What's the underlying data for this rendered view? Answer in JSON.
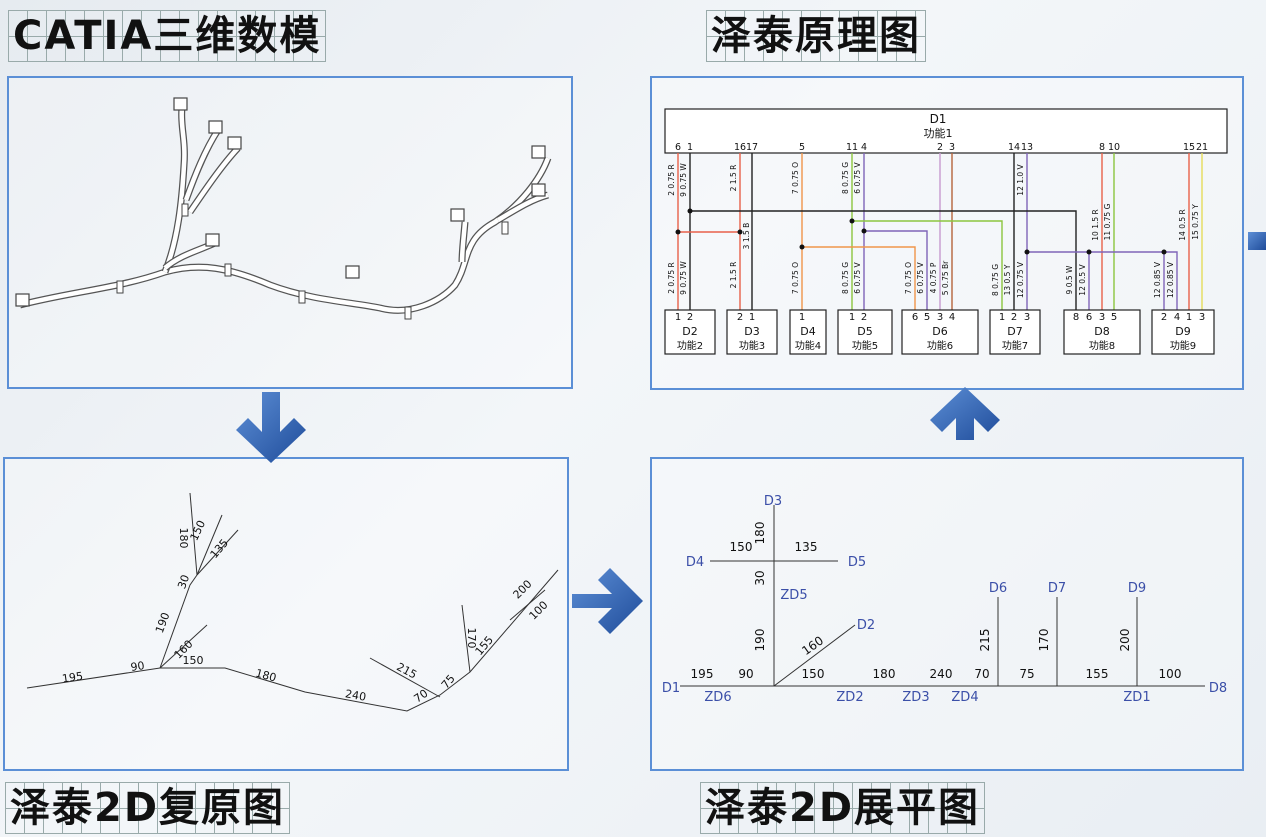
{
  "titles": {
    "catia": "CATIA三维数模",
    "schematic": "泽泰原理图",
    "restore": "泽泰2D复原图",
    "flat": "泽泰2D展平图"
  },
  "colors": {
    "panel_border": "#5b8fd6",
    "arrow": "#2d5fae",
    "node_label": "#3b4fa8",
    "wire_red": "#e8614a",
    "wire_orange": "#f0954a",
    "wire_green": "#8cc63f",
    "wire_purple": "#7f65b8",
    "wire_pink": "#c79bd0",
    "wire_brown": "#b5643c",
    "wire_yellow": "#e5dc5a",
    "wire_black": "#222222"
  },
  "schematic": {
    "main": {
      "name": "D1",
      "func": "功能1",
      "pins": [
        "6",
        "1",
        "16",
        "17",
        "5",
        "11",
        "4",
        "2",
        "3",
        "14",
        "13",
        "8",
        "10",
        "15",
        "21"
      ]
    },
    "connectors": [
      {
        "name": "D2",
        "func": "功能2",
        "pins": [
          "1",
          "2"
        ]
      },
      {
        "name": "D3",
        "func": "功能3",
        "pins": [
          "2",
          "1"
        ]
      },
      {
        "name": "D4",
        "func": "功能4",
        "pins": [
          "1"
        ]
      },
      {
        "name": "D5",
        "func": "功能5",
        "pins": [
          "1",
          "2"
        ]
      },
      {
        "name": "D6",
        "func": "功能6",
        "pins": [
          "6",
          "5",
          "3",
          "4"
        ]
      },
      {
        "name": "D7",
        "func": "功能7",
        "pins": [
          "1",
          "2",
          "3"
        ]
      },
      {
        "name": "D8",
        "func": "功能8",
        "pins": [
          "8",
          "6",
          "3",
          "5"
        ]
      },
      {
        "name": "D9",
        "func": "功能9",
        "pins": [
          "2",
          "4",
          "1",
          "3"
        ]
      }
    ],
    "wire_labels_upper": [
      "2 0.75 R",
      "9 0.75 W",
      "2 1.5 R",
      "3 1.5 B",
      "7 0.75 O",
      "8 0.75 G",
      "6 0.75 V",
      "12 1.0 V",
      "10 1.5 R",
      "11 0.75 G",
      "14 0.5 R",
      "15 0.75 Y"
    ],
    "wire_labels_lower": [
      "2 0.75 R",
      "9 0.75 W",
      "2 1.5 R",
      "7 0.75 O",
      "8 0.75 G",
      "6 0.75 V",
      "7 0.75 O",
      "6 0.75 V",
      "4 0.75 P",
      "5 0.75 Br",
      "8 0.75 G",
      "13 0.5 Y",
      "12 0.75 V",
      "9 0.5 W",
      "12 0.5 V",
      "12 0.85 V",
      "12 0.85 V"
    ]
  },
  "restore_2d": {
    "lengths": [
      "195",
      "90",
      "150",
      "180",
      "240",
      "70",
      "215",
      "75",
      "170",
      "155",
      "200",
      "100",
      "190",
      "160",
      "30",
      "180",
      "150",
      "135"
    ]
  },
  "flat_2d": {
    "connectors": [
      "D1",
      "D2",
      "D3",
      "D4",
      "D5",
      "D6",
      "D7",
      "D8",
      "D9"
    ],
    "nodes": [
      "ZD1",
      "ZD2",
      "ZD3",
      "ZD4",
      "ZD5",
      "ZD6"
    ],
    "lengths": [
      "150",
      "180",
      "135",
      "30",
      "190",
      "160",
      "195",
      "90",
      "150",
      "180",
      "240",
      "70",
      "215",
      "75",
      "170",
      "155",
      "200",
      "100"
    ]
  }
}
